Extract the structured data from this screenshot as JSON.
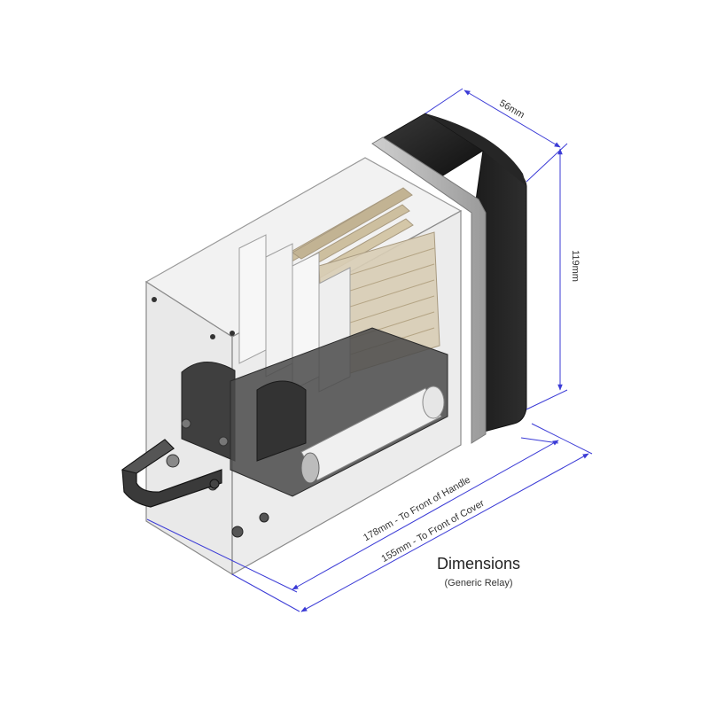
{
  "title": "Dimensions",
  "subtitle": "(Generic Relay)",
  "dimensions": {
    "depth": "56mm",
    "height": "119mm",
    "length_handle": "178mm - To Front of Handle",
    "length_cover": "155mm - To Front of Cover"
  },
  "colors": {
    "dimension_line": "#3b3bd6",
    "case_black": "#1a1a1a",
    "cover_glass": "#e6e6e6",
    "terminal_tan": "#c8b89a"
  }
}
